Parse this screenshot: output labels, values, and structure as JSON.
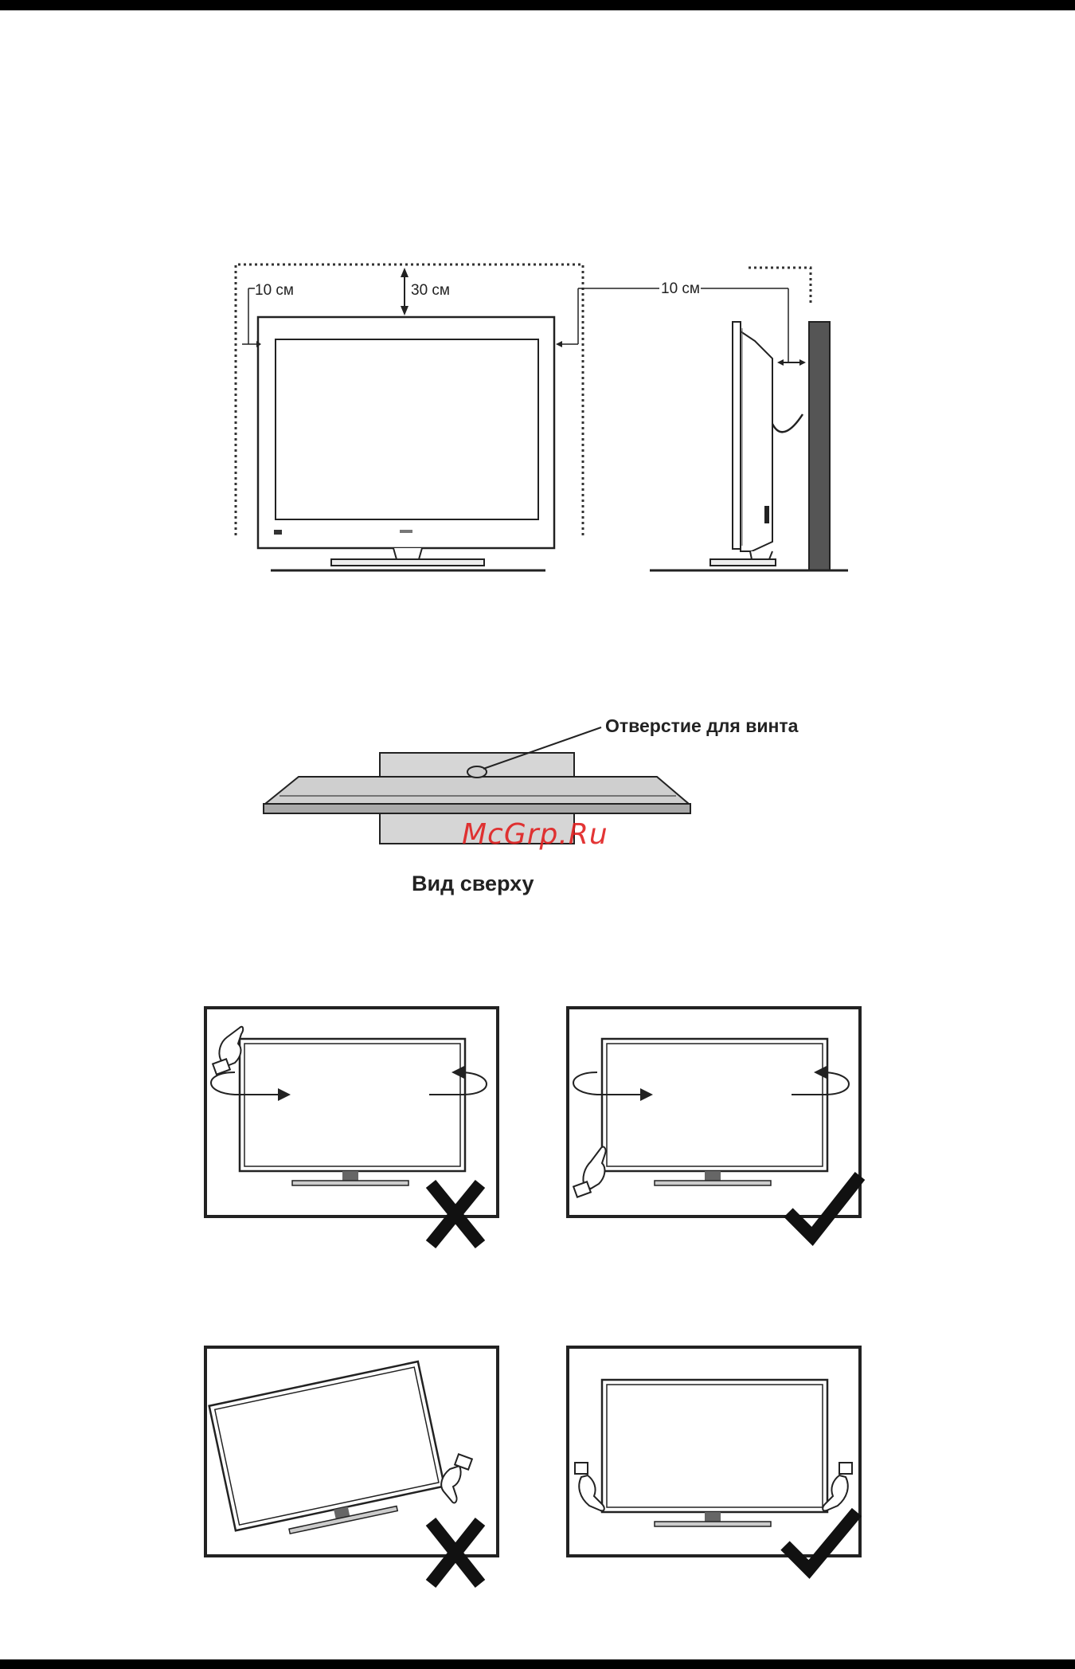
{
  "clearance": {
    "side_gap": "10 см",
    "top_gap": "30 см",
    "back_gap": "10 см"
  },
  "stand": {
    "screw_hole_label": "Отверстие для винта",
    "view_caption": "Вид сверху"
  },
  "watermark": "McGrp.Ru",
  "handling_panels": [
    {
      "verdict": "incorrect",
      "icon": "cross-icon"
    },
    {
      "verdict": "correct",
      "icon": "checkmark-icon"
    },
    {
      "verdict": "incorrect",
      "icon": "cross-icon"
    },
    {
      "verdict": "correct",
      "icon": "checkmark-icon"
    }
  ]
}
